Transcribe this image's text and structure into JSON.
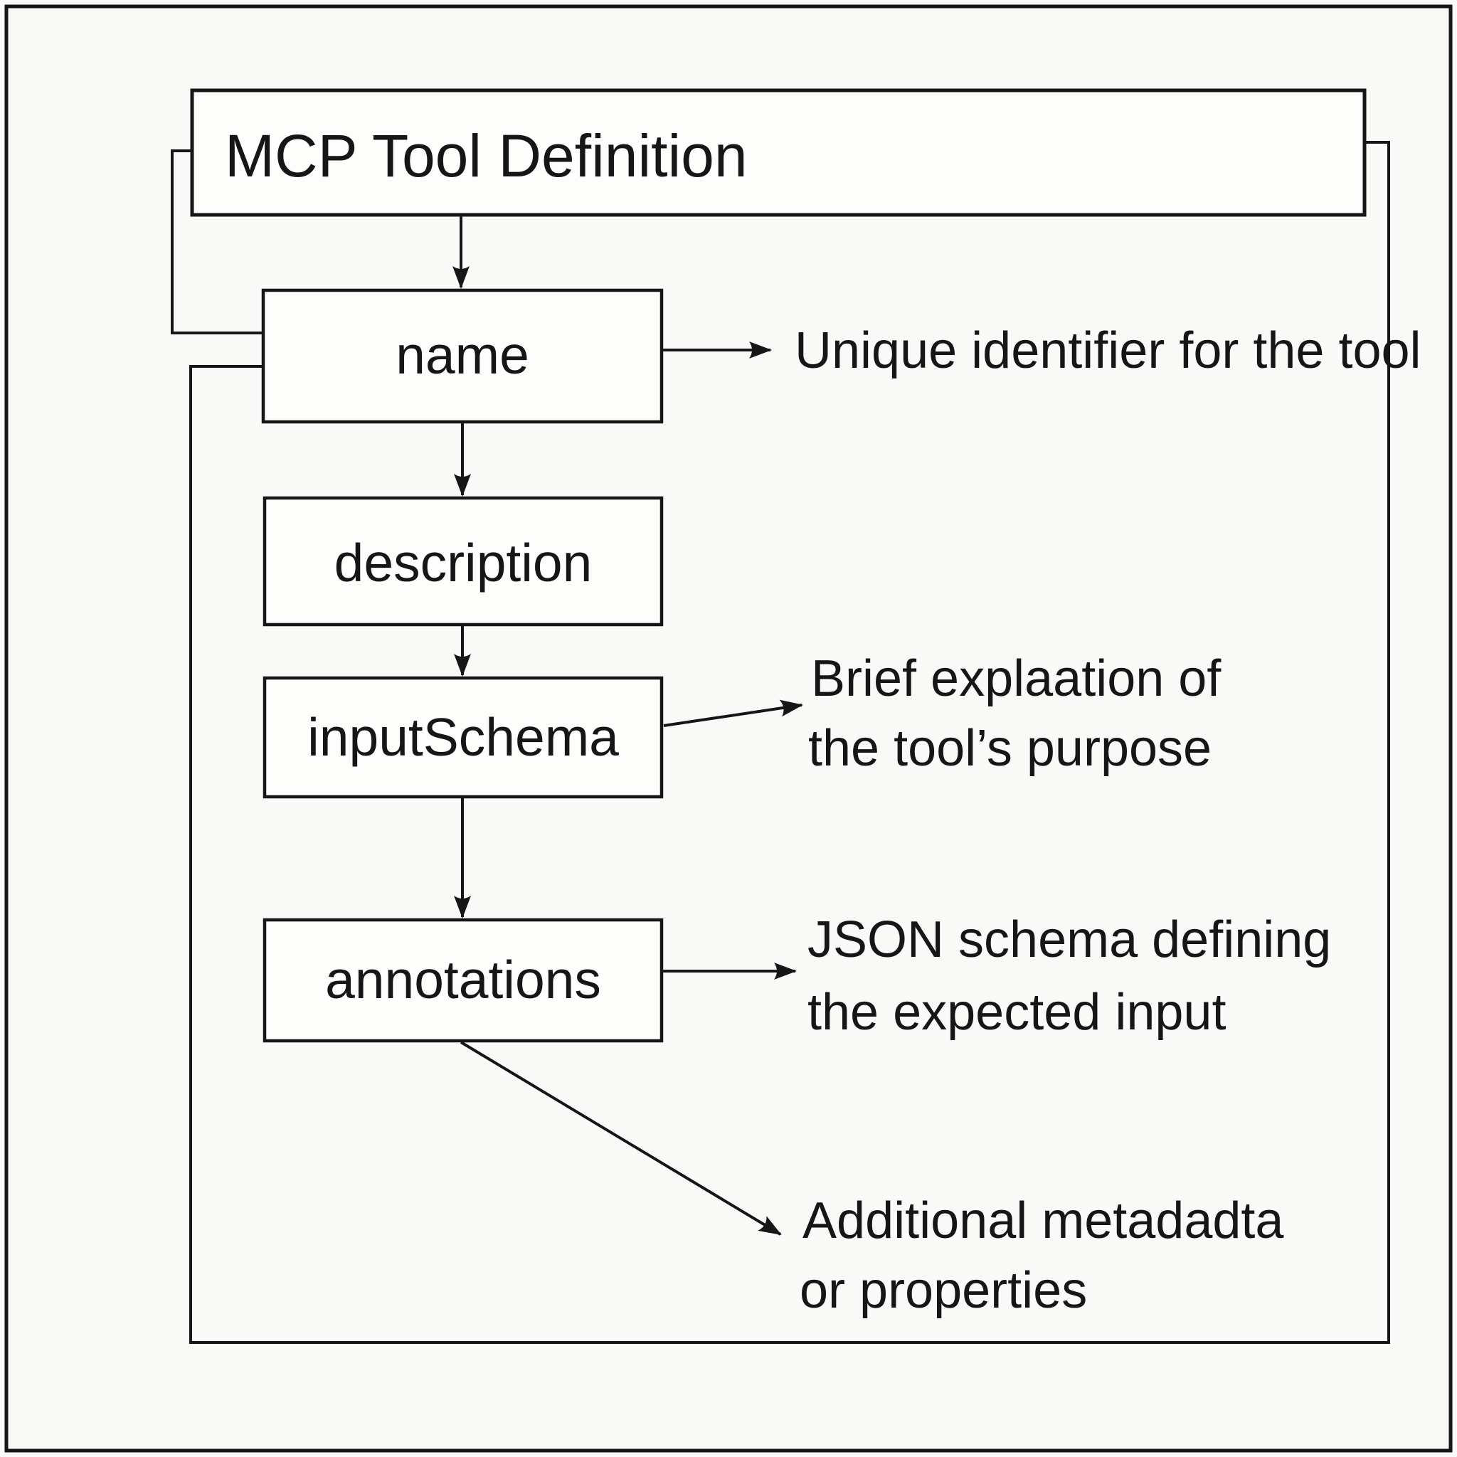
{
  "diagram": {
    "title": "MCP Tool Definition",
    "nodes": [
      {
        "id": "name",
        "label": "name"
      },
      {
        "id": "description",
        "label": "description"
      },
      {
        "id": "inputSchema",
        "label": "inputSchema"
      },
      {
        "id": "annotations",
        "label": "annotations"
      }
    ],
    "notes": [
      {
        "for": "name",
        "lines": [
          "Unique identifier for the tool",
          ""
        ]
      },
      {
        "for": "inputSchema",
        "lines": [
          "Brief explaation of",
          "the tool’s purpose"
        ]
      },
      {
        "for": "annotations",
        "lines": [
          "JSON schema defining",
          "the expected input"
        ]
      },
      {
        "for": "annotations",
        "lines": [
          "Additional metadadta",
          "or properties"
        ]
      }
    ],
    "colors": {
      "ink": "#161616",
      "background": "#f9f9f8",
      "paper": "#fdfdfc"
    }
  }
}
